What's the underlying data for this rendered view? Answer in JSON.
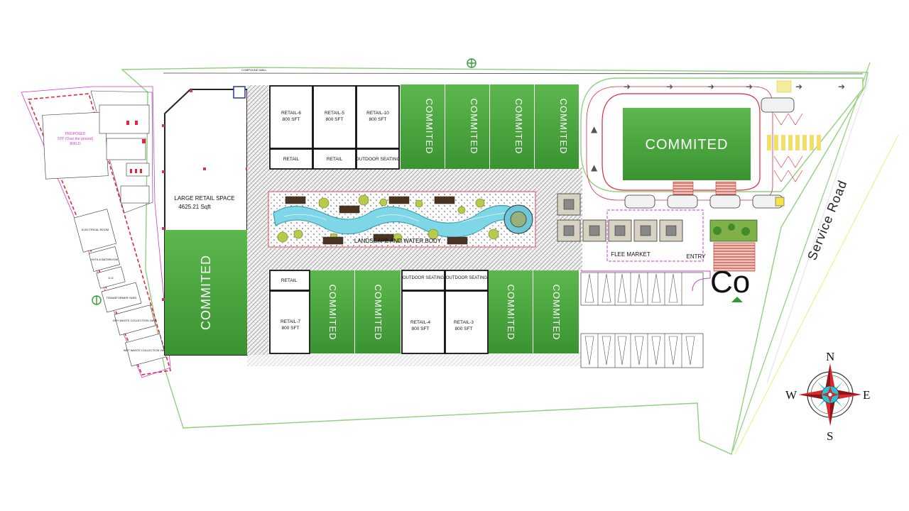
{
  "site_plan": {
    "compound_wall_label": "COMPOUND WALL",
    "large_retail": {
      "name": "LARGE RETAIL SPACE",
      "area": "4625.21 Sqft"
    },
    "committed_label": "COMMITED",
    "top_row": [
      {
        "name": "RETAIL-6",
        "area": "800 SFT"
      },
      {
        "name": "RETAIL-5",
        "area": "800 SFT"
      },
      {
        "name": "RETAIL-10",
        "area": "800 SFT"
      }
    ],
    "top_small_row": [
      "RETAIL",
      "RETAIL",
      "OUTDOOR SEATING"
    ],
    "bottom_small_row": [
      "RETAIL",
      "OUTDOOR SEATING",
      "OUTDOOR SEATING"
    ],
    "bottom_row": [
      {
        "name": "RETAIL-7",
        "area": "800 SFT"
      },
      {
        "name": "RETAIL-4",
        "area": "800 SFT"
      },
      {
        "name": "RETAIL-3",
        "area": "800 SFT"
      }
    ],
    "water_body_label": "LANDSCAPE AND WATER BODY",
    "flee_market_label": "FLEE MARKET",
    "entry_label": "ENTRY",
    "partial_text": "Co",
    "left_wing": {
      "stp": [
        "PROPOSED",
        "STP (Over the ground)",
        "80KLD"
      ],
      "rooms": [
        "ELECTRICAL ROOM",
        "HVTA & BATHROOM",
        "D.G",
        "TRANSFORMER YARD",
        "DRY WASTE COLLECTION YARD",
        "WET WASTE COLLECTION YARD"
      ]
    },
    "service_road_label": "Service Road",
    "compass": {
      "n": "N",
      "s": "S",
      "e": "E",
      "w": "W"
    },
    "colors": {
      "committed_green": "#3f9b34",
      "committed_green_light": "#56b04a",
      "water": "#7fd6e6",
      "boundary_green": "#8ed17c",
      "red_dashed": "#e0283a",
      "magenta": "#d23ad0"
    }
  }
}
